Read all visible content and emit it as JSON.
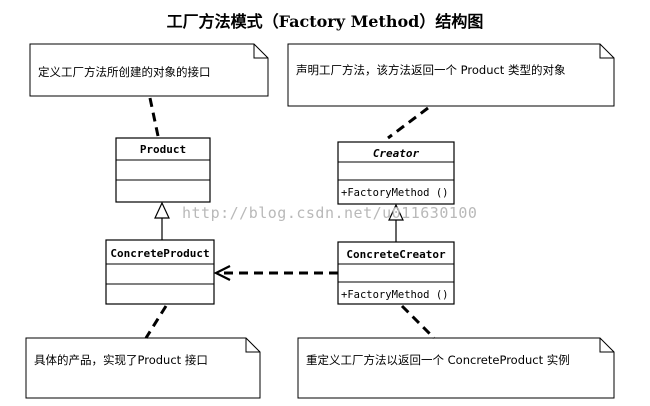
{
  "title": "工厂方法模式（Factory Method）结构图",
  "notes": {
    "product_note": "定义工厂方法所创建的对象的接口",
    "creator_note": "声明工厂方法，该方法返回一个 Product 类型的对象",
    "concrete_product_note": "具体的产品，实现了Product 接口",
    "concrete_creator_note": "重定义工厂方法以返回一个 ConcreteProduct 实例"
  },
  "classes": {
    "product": {
      "name": "Product"
    },
    "concrete_product": {
      "name": "ConcreteProduct"
    },
    "creator": {
      "name": "Creator",
      "method": "+FactoryMethod ()"
    },
    "concrete_creator": {
      "name": "ConcreteCreator",
      "method": "+FactoryMethod ()"
    }
  },
  "watermark": "http://blog.csdn.net/u011630100"
}
